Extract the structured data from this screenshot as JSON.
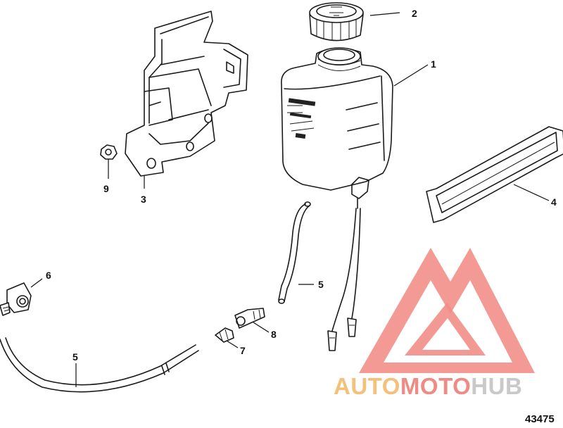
{
  "parts": [
    {
      "id": "reservoir",
      "callout": "1"
    },
    {
      "id": "cap",
      "callout": "2"
    },
    {
      "id": "bracket",
      "callout": "3"
    },
    {
      "id": "strap",
      "callout": "4"
    },
    {
      "id": "hose-upper",
      "callout": "5"
    },
    {
      "id": "hose-lower",
      "callout": "5"
    },
    {
      "id": "elbow-fitting",
      "callout": "6"
    },
    {
      "id": "barb-fitting",
      "callout": "7"
    },
    {
      "id": "connector",
      "callout": "8"
    },
    {
      "id": "nut",
      "callout": "9"
    }
  ],
  "figure_number": "43475",
  "watermark": {
    "part1": "AUTO",
    "part2": "MOTO",
    "part3": "HUB",
    "color_part1": "#f5c07a",
    "color_part2": "#f08a84",
    "color_part3": "#c9c9c9",
    "logo_color": "#f07b74"
  }
}
